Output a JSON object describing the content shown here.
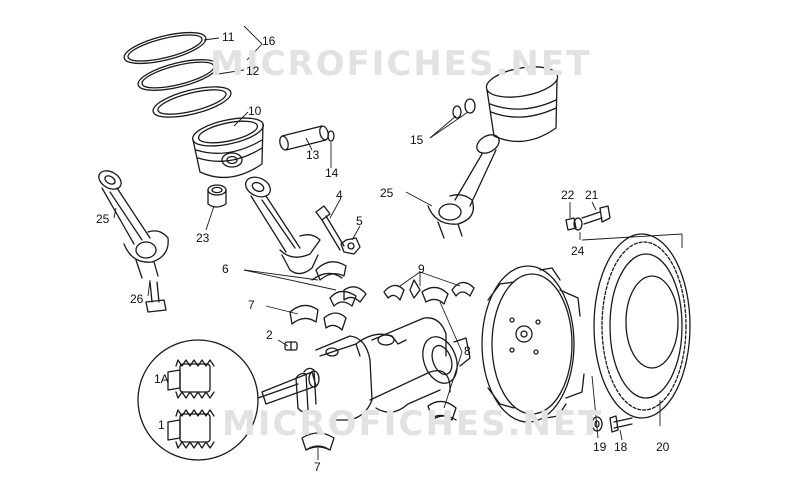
{
  "watermark": "MICROFICHES.NET",
  "labels": [
    {
      "id": "11",
      "text": "11"
    },
    {
      "id": "16",
      "text": "16"
    },
    {
      "id": "12",
      "text": "12"
    },
    {
      "id": "10",
      "text": "10"
    },
    {
      "id": "13",
      "text": "13"
    },
    {
      "id": "14",
      "text": "14"
    },
    {
      "id": "15",
      "text": "15"
    },
    {
      "id": "25a",
      "text": "25"
    },
    {
      "id": "25b",
      "text": "25"
    },
    {
      "id": "23",
      "text": "23"
    },
    {
      "id": "4",
      "text": "4"
    },
    {
      "id": "5",
      "text": "5"
    },
    {
      "id": "22",
      "text": "22"
    },
    {
      "id": "21",
      "text": "21"
    },
    {
      "id": "24",
      "text": "24"
    },
    {
      "id": "6",
      "text": "6"
    },
    {
      "id": "9",
      "text": "9"
    },
    {
      "id": "7a",
      "text": "7"
    },
    {
      "id": "26",
      "text": "26"
    },
    {
      "id": "2",
      "text": "2"
    },
    {
      "id": "8",
      "text": "8"
    },
    {
      "id": "1A",
      "text": "1A"
    },
    {
      "id": "1",
      "text": "1"
    },
    {
      "id": "19",
      "text": "19"
    },
    {
      "id": "18",
      "text": "18"
    },
    {
      "id": "20",
      "text": "20"
    },
    {
      "id": "7b",
      "text": "7"
    }
  ]
}
